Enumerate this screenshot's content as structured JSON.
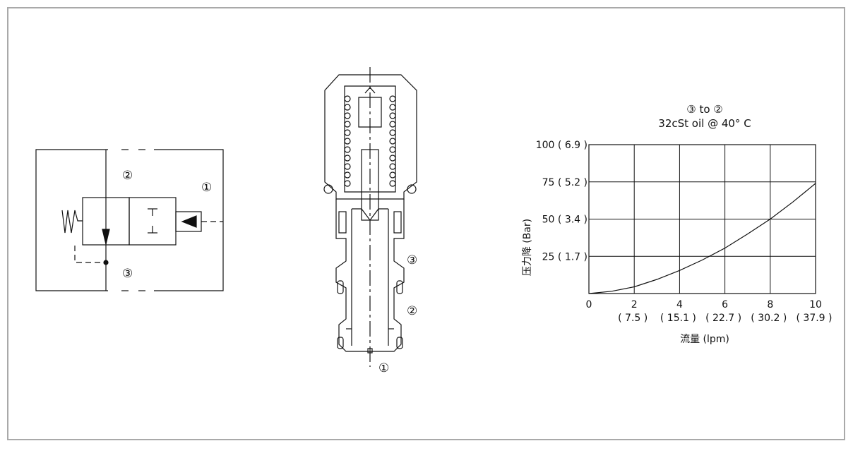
{
  "symbol": {
    "port_labels": [
      "②",
      "①",
      "③"
    ]
  },
  "section": {
    "port_labels": [
      "③",
      "②",
      "①"
    ]
  },
  "chart_data": {
    "type": "line",
    "title": "③ to ②",
    "subtitle": "32cSt oil @ 40° C",
    "xlabel": "流量 (lpm)",
    "ylabel": "压力降 (Bar)",
    "xlim": [
      0,
      10
    ],
    "ylim": [
      0,
      100
    ],
    "x_ticks": [
      "0",
      "2",
      "4",
      "6",
      "8",
      "10"
    ],
    "x_tick_values": [
      0,
      2,
      4,
      6,
      8,
      10
    ],
    "x_secondary_labels": [
      "( 7.5 )",
      "( 15.1 )",
      "( 22.7 )",
      "( 30.2 )",
      "( 37.9 )"
    ],
    "x_secondary_values": [
      2,
      4,
      6,
      8,
      10
    ],
    "y_ticks": [
      "25 ( 1.7 )",
      "50 ( 3.4 )",
      "75 ( 5.2 )",
      "100 ( 6.9 )"
    ],
    "y_tick_values": [
      25,
      50,
      75,
      100
    ],
    "grid": true,
    "series": [
      {
        "x": [
          0,
          1,
          2,
          3,
          4,
          5,
          6,
          7,
          8,
          9,
          10
        ],
        "y": [
          0,
          1.5,
          4.5,
          9.5,
          15.5,
          22.5,
          30.5,
          40,
          50,
          61.5,
          74
        ]
      }
    ]
  }
}
